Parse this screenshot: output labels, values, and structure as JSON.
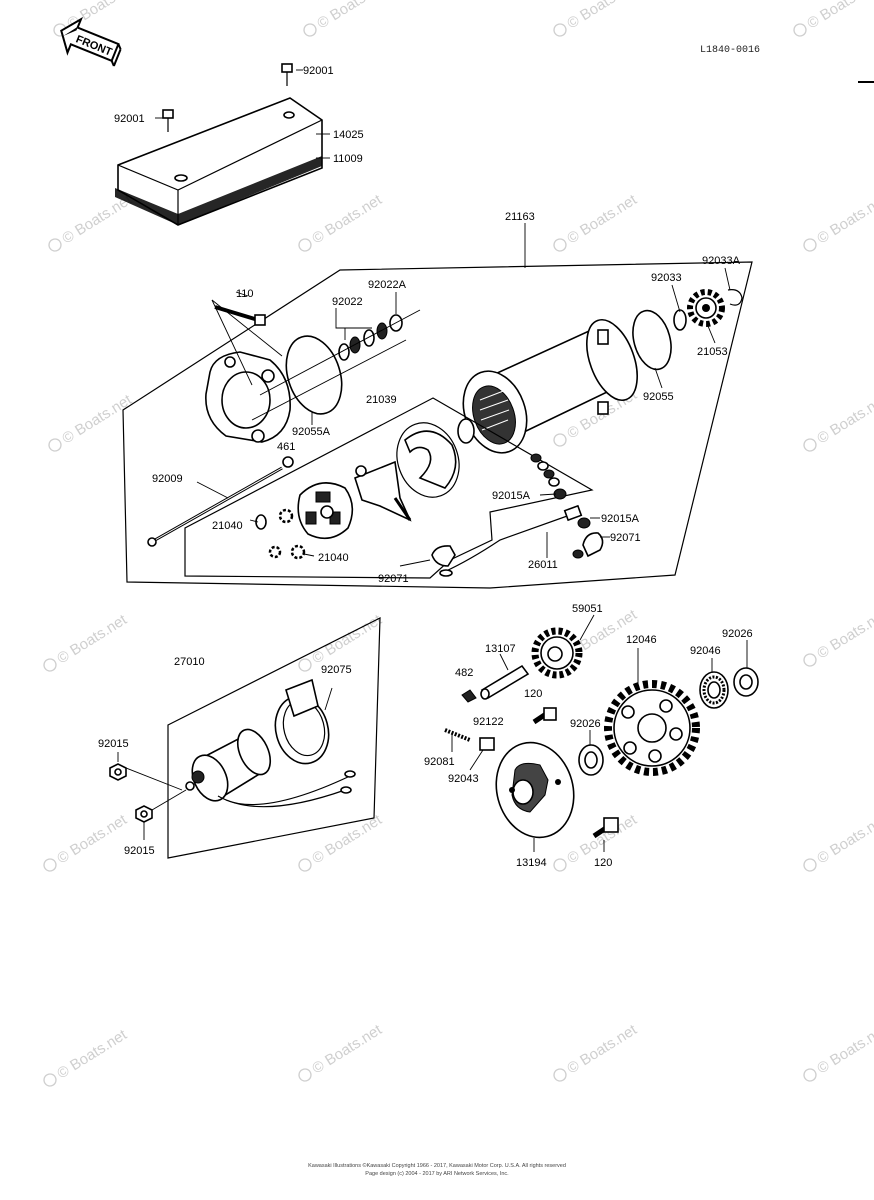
{
  "diagram": {
    "ref_code": "L1840-0016",
    "front_label": "FRONT",
    "watermark": "© Boats.net",
    "footer_line1": "Kawasaki Illustrations ©Kawasaki Copyright 1966 - 2017, Kawasaki Motor Corp. U.S.A.  All rights reserved",
    "footer_line2": "Page design (c) 2004 - 2017 by ARI Network Services, Inc."
  },
  "labels": {
    "p92001_top": "92001",
    "p92001_left": "92001",
    "p14025": "14025",
    "p11009": "11009",
    "p21163": "21163",
    "p110": "110",
    "p92022A": "92022A",
    "p92022": "92022",
    "p92033": "92033",
    "p92033A": "92033A",
    "p21053": "21053",
    "p92055": "92055",
    "p92055A": "92055A",
    "p21039": "21039",
    "p461": "461",
    "p92009": "92009",
    "p21040a": "21040",
    "p21040b": "21040",
    "p92015A_a": "92015A",
    "p92015A_b": "92015A",
    "p92071a": "92071",
    "p92071b": "92071",
    "p26011": "26011",
    "p59051": "59051",
    "p12046": "12046",
    "p92026a": "92026",
    "p92046": "92046",
    "p13107": "13107",
    "p482": "482",
    "p120a": "120",
    "p92122": "92122",
    "p92026b": "92026",
    "p92081": "92081",
    "p92043": "92043",
    "p13194": "13194",
    "p120b": "120",
    "p27010": "27010",
    "p92075": "92075",
    "p92015a": "92015",
    "p92015b": "92015"
  }
}
